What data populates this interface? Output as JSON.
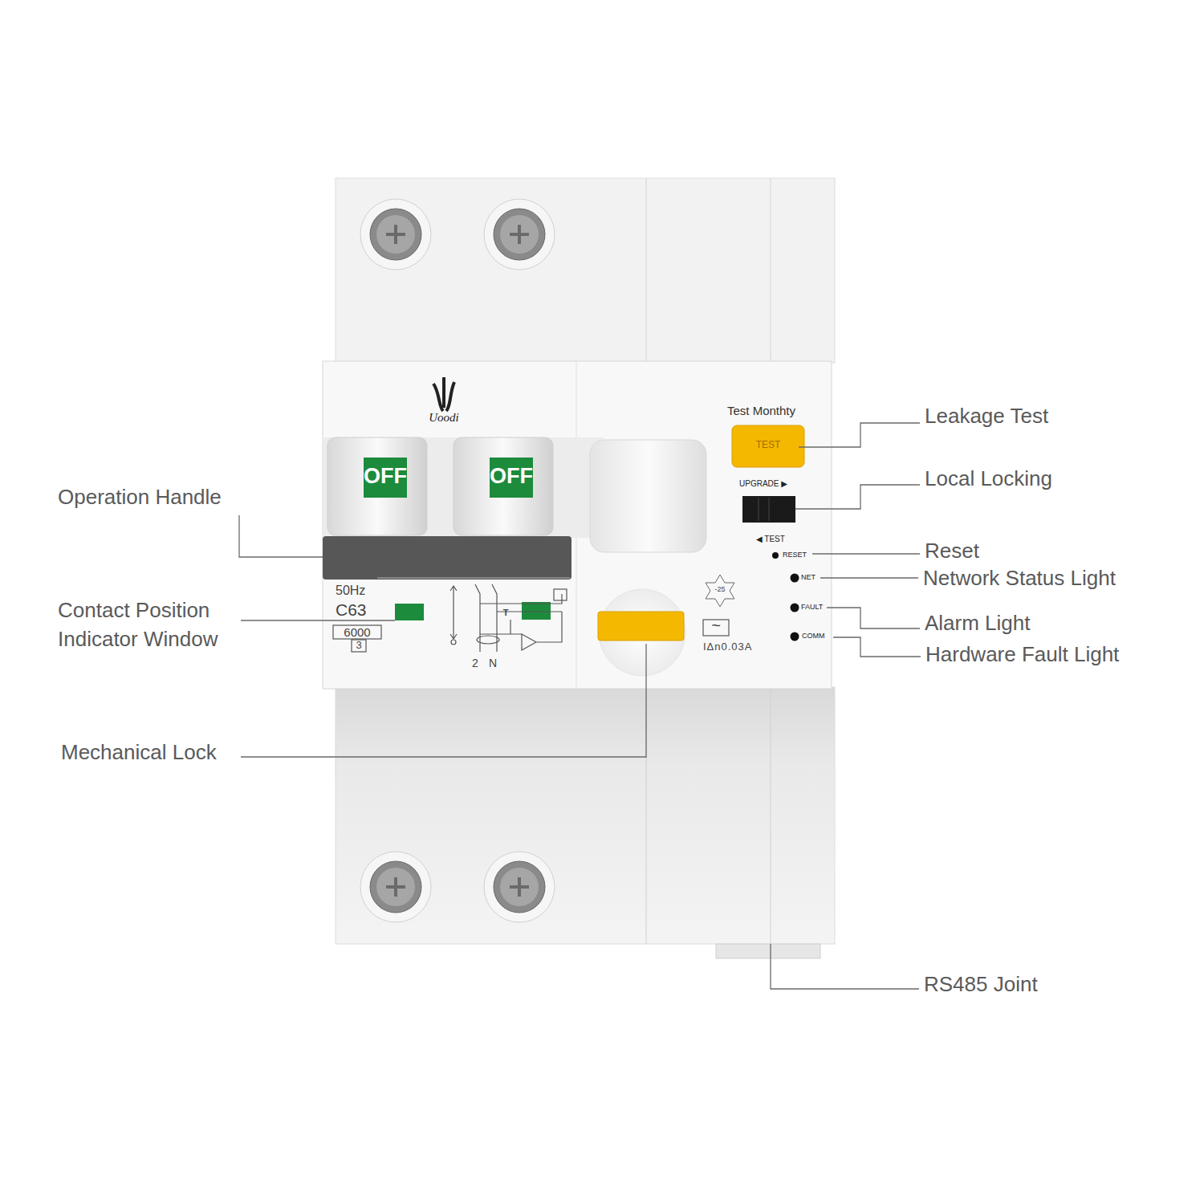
{
  "diagram": {
    "labels": [
      "Uoodi",
      "OFF",
      "OFF",
      "Test Monthty",
      "TEST",
      "UPGRADE ▶",
      "◀ TEST",
      "RESET",
      "NET",
      "FAULT",
      "COMM",
      "50Hz",
      "C63",
      "6000",
      "3",
      "T",
      "2",
      "N",
      "-25",
      "~",
      "IΔn0.03A",
      "Operation Handle",
      "Contact Position Indicator Window",
      "Mechanical Lock",
      "Leakage Test",
      "Local Locking",
      "Reset",
      "Network Status Light",
      "Alarm Light",
      "Hardware Fault Light",
      "RS485 Joint"
    ]
  }
}
